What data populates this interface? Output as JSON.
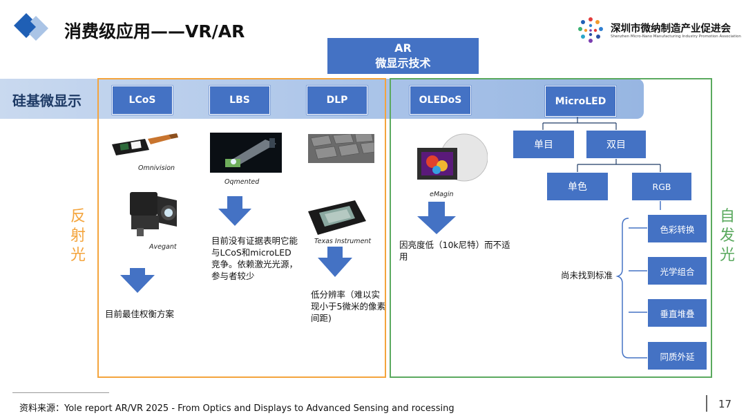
{
  "header": {
    "title": "消费级应用——VR/AR",
    "org_name_cn": "深圳市微纳制造产业促进会",
    "org_name_en": "Shenzhen Micro-Nano Manufacturing Industry Promotion Association"
  },
  "diagram": {
    "root": {
      "line1": "AR",
      "line2": "微显示技术"
    },
    "band_label": "硅基微显示",
    "reflective": {
      "label": "反射光",
      "techs": [
        "LCoS",
        "LBS",
        "DLP"
      ],
      "captions": {
        "omnivision": "Omnivision",
        "avegant": "Avegant",
        "oqmented": "Oqmented",
        "texas": "Texas Instrument"
      },
      "notes": {
        "lcos": "目前最佳权衡方案",
        "lbs": "目前没有证据表明它能与LCoS和microLED竞争。依赖激光光源，参与者较少",
        "dlp": "低分辨率（难以实现小于5微米的像素间距)"
      }
    },
    "emissive": {
      "label": "自发光",
      "techs": [
        "OLEDoS",
        "MicroLED"
      ],
      "captions": {
        "emagin": "eMagin"
      },
      "notes": {
        "oledos": "因亮度低（10k尼特）而不适用",
        "pending": "尚未找到标准"
      },
      "eye": [
        "单目",
        "双目"
      ],
      "color": [
        "单色",
        "RGB"
      ],
      "rgb_methods": [
        "色彩转换",
        "光学组合",
        "垂直堆叠",
        "同质外延"
      ]
    }
  },
  "footer": {
    "source": "资料来源：Yole report AR/VR 2025 - From Optics and Displays to Advanced Sensing and rocessing",
    "page_number": "17"
  },
  "colors": {
    "box_blue": "#4472c4",
    "orange": "#f4a43c",
    "green": "#5aa95e",
    "band": "#a9c3e8"
  }
}
